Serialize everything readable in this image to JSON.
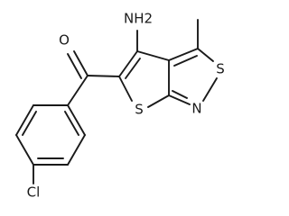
{
  "molecule": {
    "atoms": {
      "o_carbonyl": "O",
      "nh2": "NH2",
      "s_thiophene": "S",
      "s_isothiazole": "S",
      "n_isothiazole": "N",
      "cl": "Cl"
    }
  },
  "colors": {
    "bond": "#1a1a1a",
    "background": "#ffffff"
  }
}
